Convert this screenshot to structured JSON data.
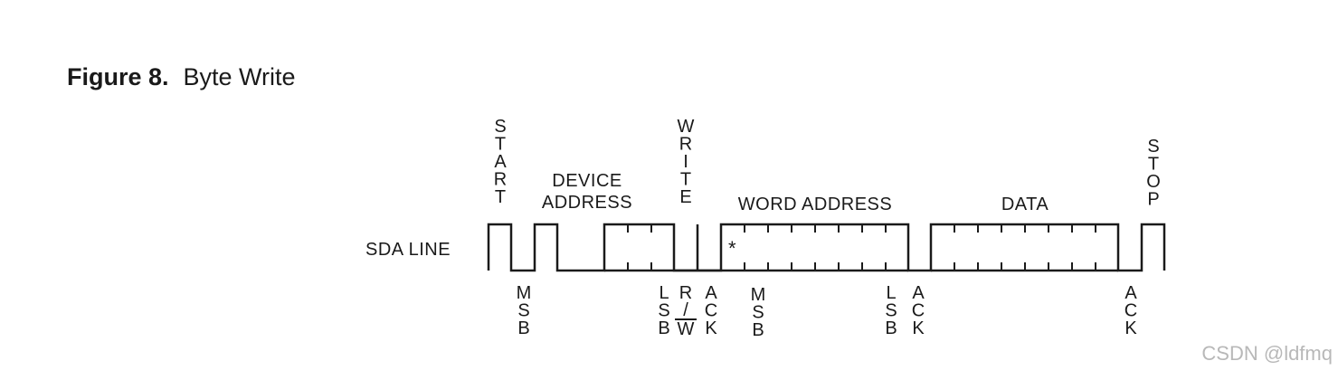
{
  "figure": {
    "number": "Figure 8.",
    "title": "Byte Write"
  },
  "diagram": {
    "signal": "SDA LINE",
    "upper_labels": {
      "start": "START",
      "device_address_1": "DEVICE",
      "device_address_2": "ADDRESS",
      "write": "WRITE",
      "word_address": "WORD ADDRESS",
      "data": "DATA",
      "stop": "STOP"
    },
    "lower_labels": {
      "msb_1": "MSB",
      "lsb_1": "LSB",
      "rw_top": "R",
      "rw_slash": "/",
      "rw_bottom": "W",
      "ack_1": "ACK",
      "msb_2": "MSB",
      "lsb_2": "LSB",
      "ack_2": "ACK",
      "ack_3": "ACK"
    },
    "marker": "*"
  },
  "watermark": "CSDN @ldfmq"
}
